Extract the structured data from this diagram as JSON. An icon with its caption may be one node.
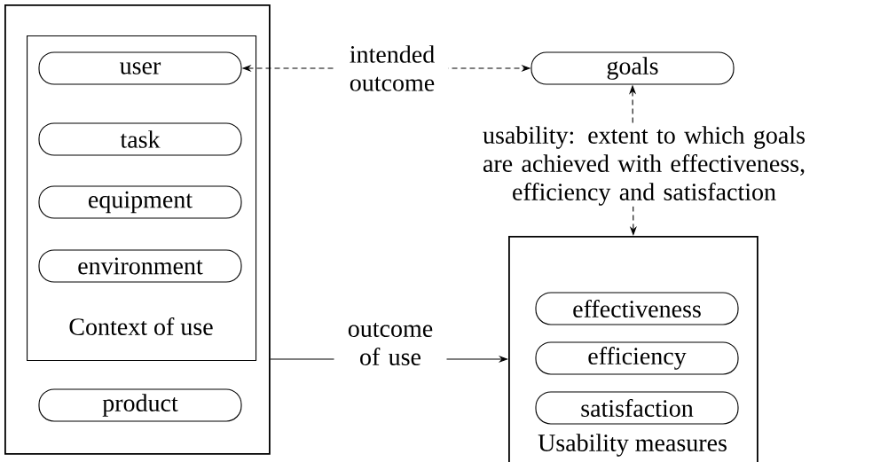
{
  "diagram": {
    "nodes": [
      {
        "text": [],
        "shape": "box"
      },
      {
        "text": [
          "Context of use"
        ],
        "in": 0
      },
      {
        "text": [
          "user"
        ],
        "in": 1
      },
      {
        "text": [
          "task"
        ],
        "in": 1
      },
      {
        "text": [
          "equipment"
        ],
        "in": 1
      },
      {
        "text": [
          "environment"
        ],
        "in": 1
      },
      {
        "text": [
          "product"
        ],
        "in": 0
      },
      {
        "text": [
          "goals"
        ]
      },
      {
        "text": [
          "Usability measures"
        ]
      },
      {
        "text": [
          "effectiveness"
        ],
        "in": 8
      },
      {
        "text": [
          "efficiency"
        ],
        "in": 8
      },
      {
        "text": [
          "satisfaction"
        ],
        "in": 8
      }
    ],
    "edges": [
      {
        "from": 2,
        "to": 7,
        "arrow": "both",
        "style": "dashed",
        "label": "intended outcome"
      },
      {
        "from": 7,
        "to": 8,
        "arrow": "both",
        "style": "dashed",
        "label": "usability: extent to which goals are achieved with effectiveness, efficiency and satisfaction"
      },
      {
        "from": 0,
        "to": 8,
        "arrow": "to",
        "label": "outcome of use"
      }
    ]
  }
}
